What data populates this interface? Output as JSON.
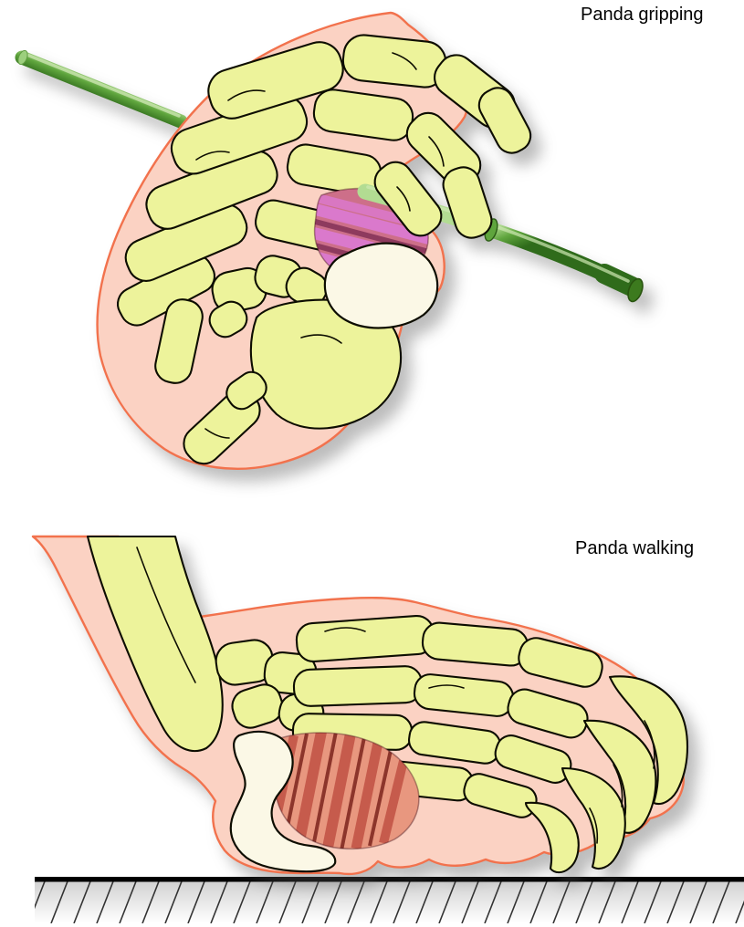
{
  "panels": [
    {
      "id": "gripping",
      "label": "Panda gripping"
    },
    {
      "id": "walking",
      "label": "Panda walking"
    }
  ],
  "colors": {
    "bone": "#edf39b",
    "outline": "#0d0d00",
    "skin": "#fbd2c3",
    "skin_outline": "#f2724d",
    "pad": "#fbf8e6",
    "bamboo_light": "#b2dc92",
    "bamboo_mid": "#5fa53d",
    "bamboo_dark": "#2f6b1b",
    "bamboo_cap": "#3c7a1e",
    "muscle_base_grip": "#cd6f89",
    "muscle_stripe_grip": "#da79cc",
    "muscle_shade_grip": "#8e3a5e",
    "muscle_base_walk": "#e8977f",
    "muscle_stripe_walk": "#c65b4c",
    "muscle_shade_walk": "#8c352b",
    "ground": "#000000",
    "hatch": "#333333"
  }
}
